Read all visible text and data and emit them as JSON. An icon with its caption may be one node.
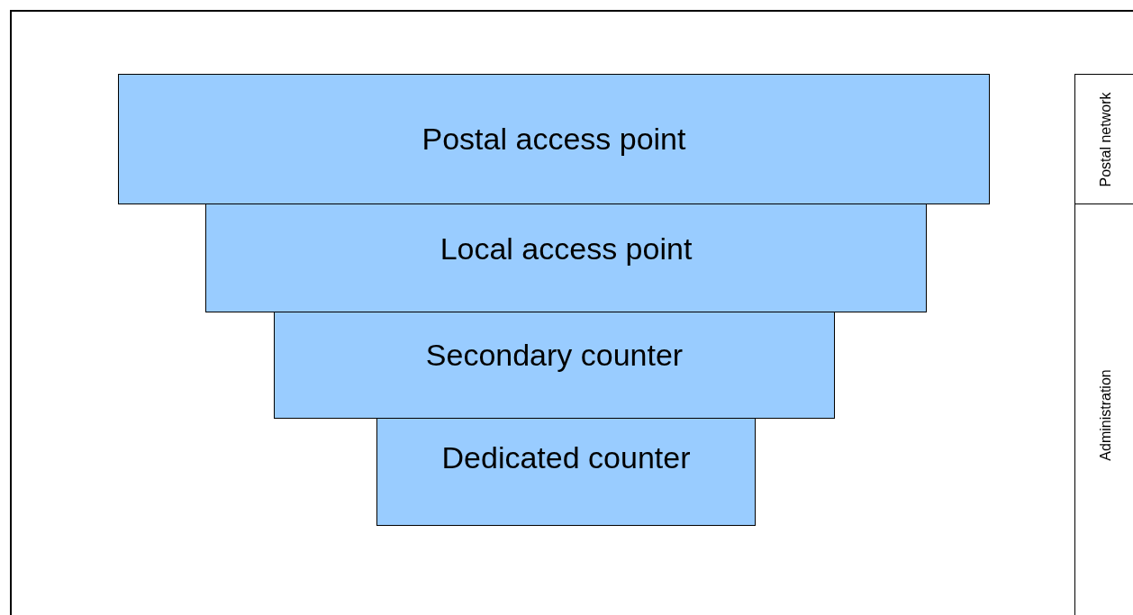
{
  "diagram": {
    "nodes": [
      {
        "text": [
          "Postal access point"
        ]
      },
      {
        "text": [
          "Local access point"
        ]
      },
      {
        "text": [
          "Secondary counter"
        ]
      },
      {
        "text": [
          "Dedicated counter"
        ]
      },
      {
        "text": [
          "Postal network"
        ]
      },
      {
        "text": [
          "Administration"
        ]
      }
    ]
  }
}
